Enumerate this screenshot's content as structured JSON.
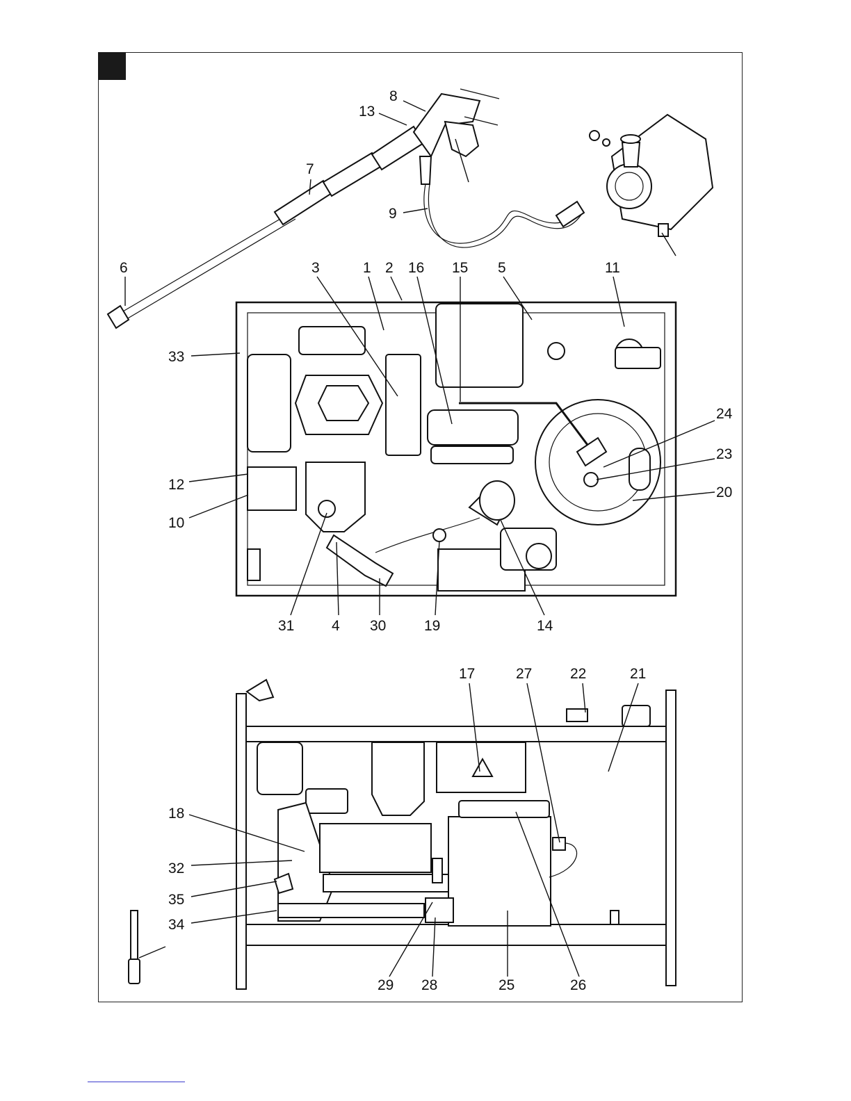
{
  "figure": {
    "labels": [
      {
        "id": "1",
        "text": "1"
      },
      {
        "id": "2",
        "text": "2"
      },
      {
        "id": "3",
        "text": "3"
      },
      {
        "id": "4",
        "text": "4"
      },
      {
        "id": "5",
        "text": "5"
      },
      {
        "id": "6",
        "text": "6"
      },
      {
        "id": "7",
        "text": "7"
      },
      {
        "id": "8",
        "text": "8"
      },
      {
        "id": "9",
        "text": "9"
      },
      {
        "id": "10",
        "text": "10"
      },
      {
        "id": "11",
        "text": "11"
      },
      {
        "id": "12",
        "text": "12"
      },
      {
        "id": "13",
        "text": "13"
      },
      {
        "id": "14",
        "text": "14"
      },
      {
        "id": "15",
        "text": "15"
      },
      {
        "id": "16",
        "text": "16"
      },
      {
        "id": "17",
        "text": "17"
      },
      {
        "id": "18",
        "text": "18"
      },
      {
        "id": "19",
        "text": "19"
      },
      {
        "id": "20",
        "text": "20"
      },
      {
        "id": "21",
        "text": "21"
      },
      {
        "id": "22",
        "text": "22"
      },
      {
        "id": "23",
        "text": "23"
      },
      {
        "id": "24",
        "text": "24"
      },
      {
        "id": "25",
        "text": "25"
      },
      {
        "id": "26",
        "text": "26"
      },
      {
        "id": "27",
        "text": "27"
      },
      {
        "id": "28",
        "text": "28"
      },
      {
        "id": "29",
        "text": "29"
      },
      {
        "id": "30",
        "text": "30"
      },
      {
        "id": "31",
        "text": "31"
      },
      {
        "id": "32",
        "text": "32"
      },
      {
        "id": "33",
        "text": "33"
      },
      {
        "id": "34",
        "text": "34"
      },
      {
        "id": "35",
        "text": "35"
      }
    ]
  },
  "colors": {
    "ink": "#111111",
    "marker": "#1a1a1a",
    "paper": "#ffffff"
  }
}
